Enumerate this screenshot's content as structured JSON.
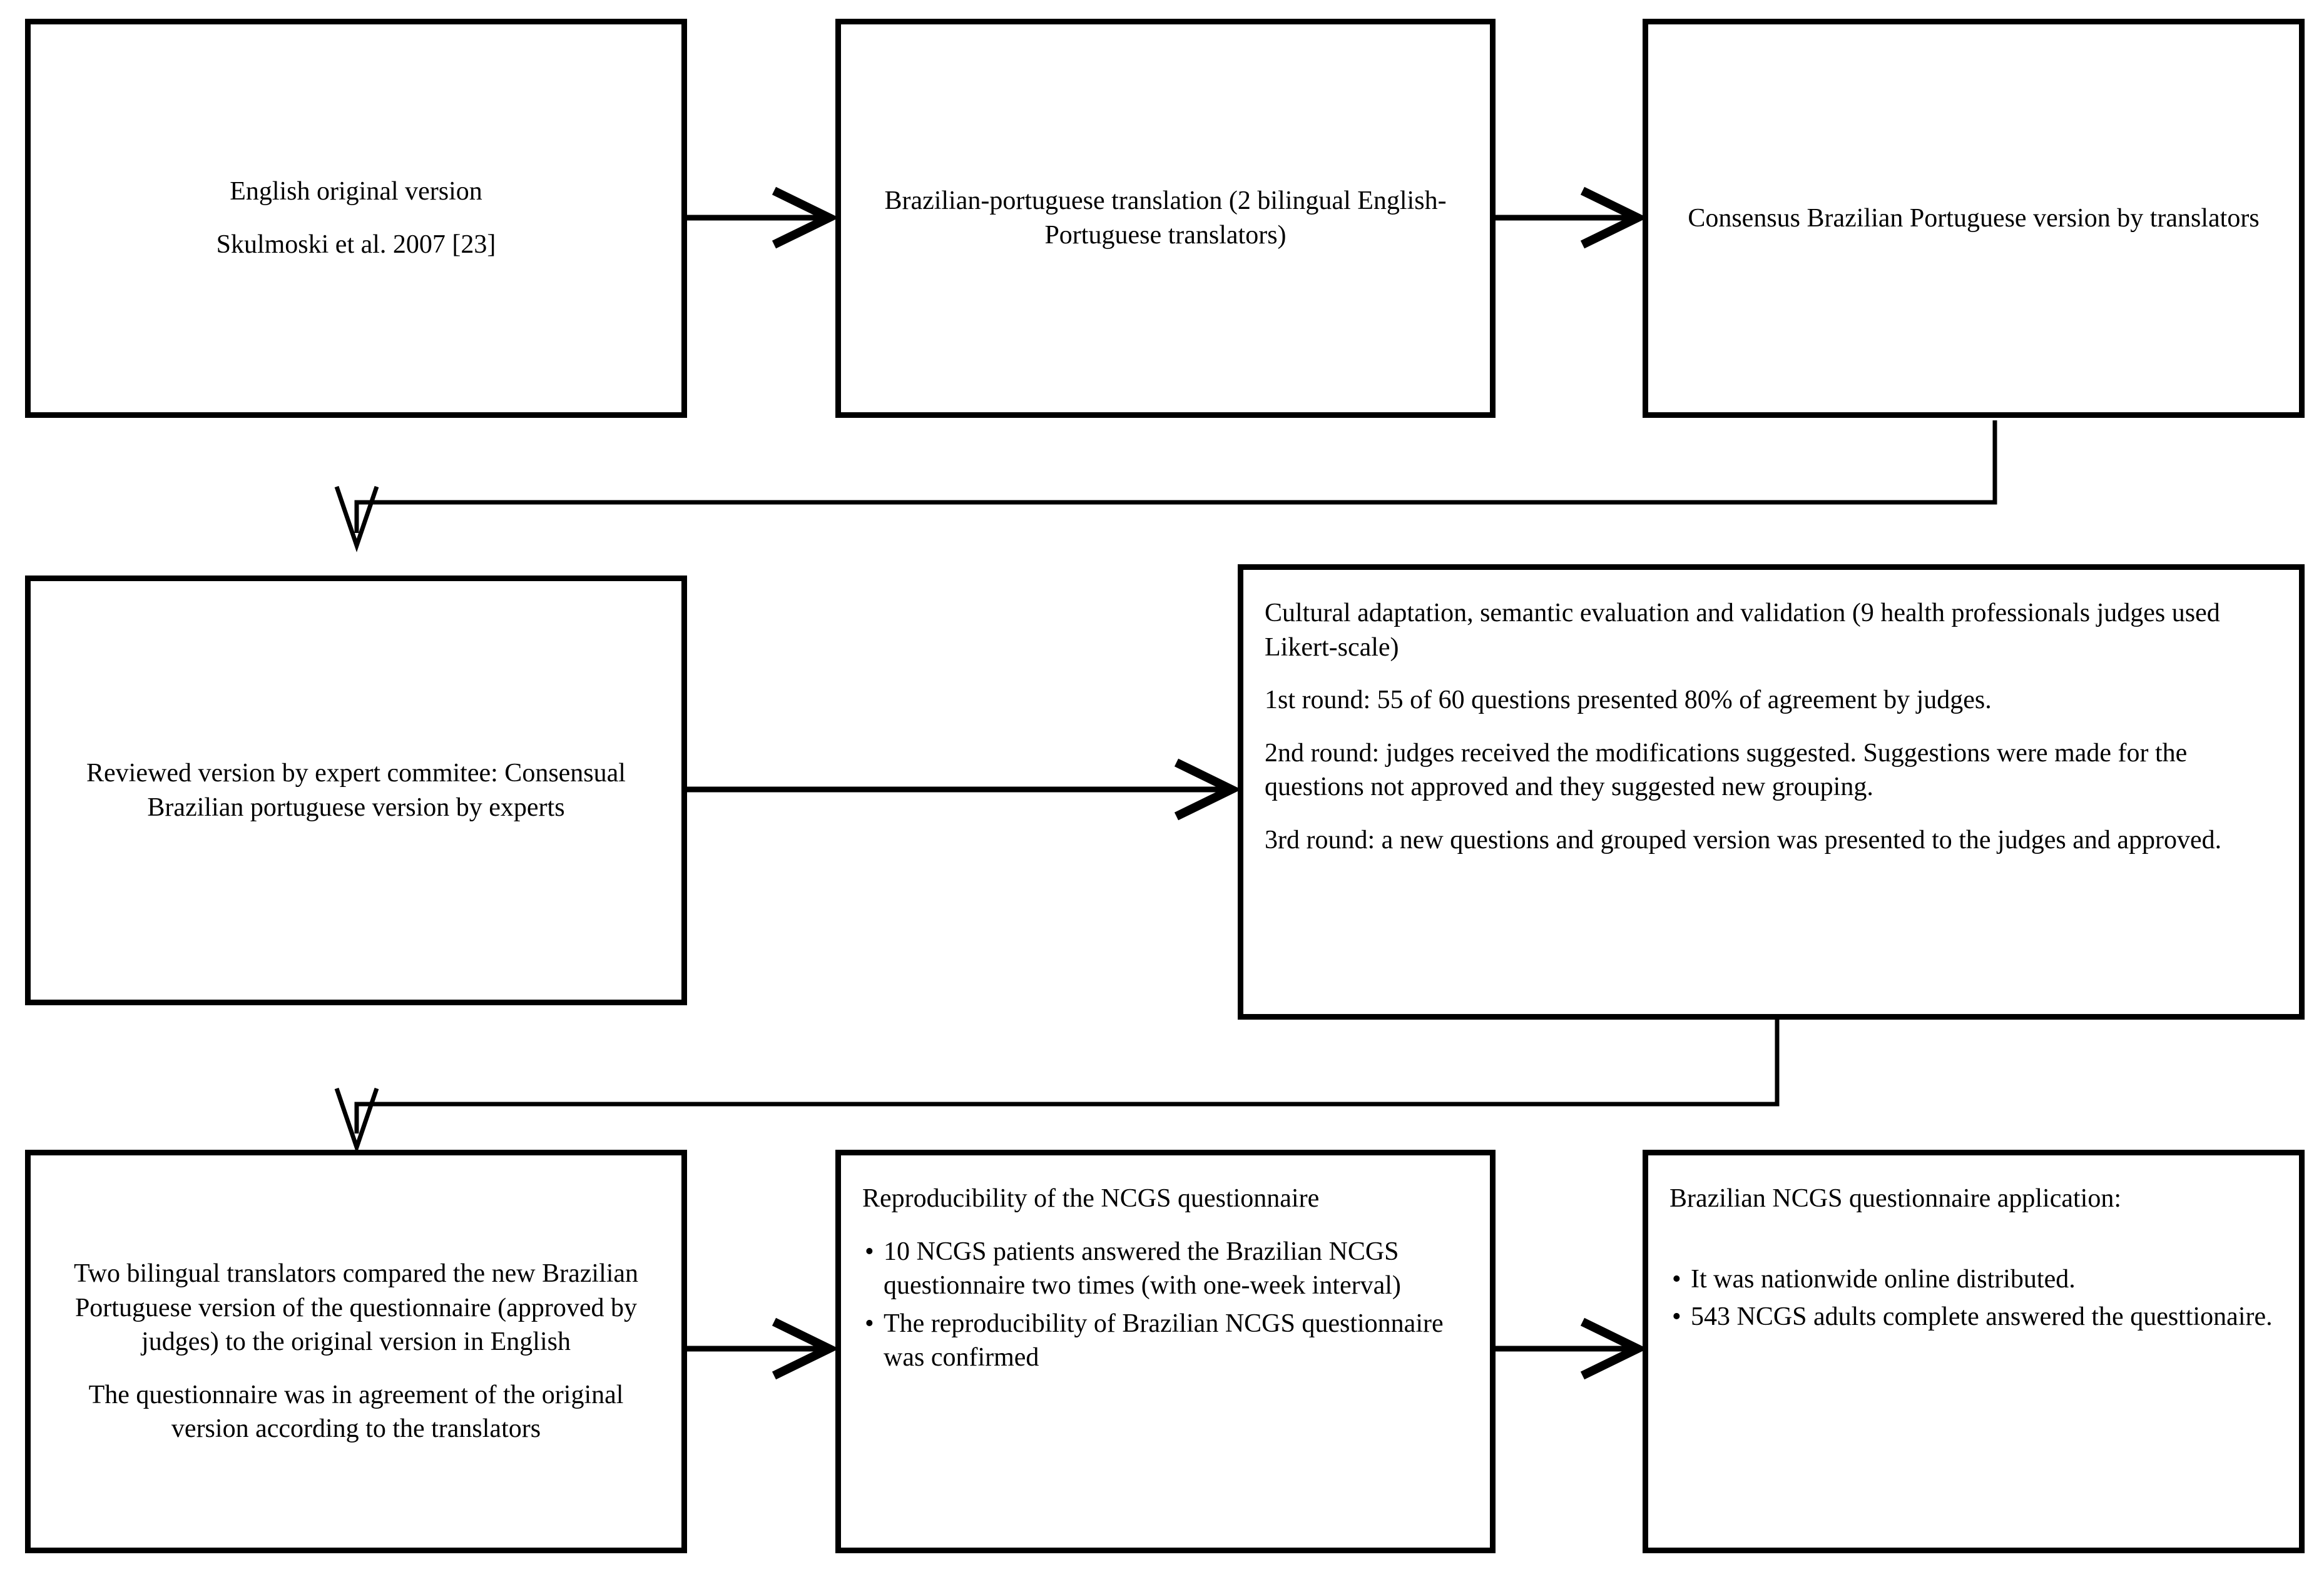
{
  "diagram": {
    "title": "Flowchart of the cross-cultural adaptation and validation of the Brazilian NCGS questionnaire",
    "type": "flowchart",
    "colors": {
      "stroke": "#000000",
      "fill": "#ffffff",
      "text": "#000000"
    },
    "nodes": [
      {
        "id": "n1",
        "name": "english-original-version",
        "align": "center",
        "lines": [
          "English original version",
          "Skulmoski  et al. 2007 [23]"
        ]
      },
      {
        "id": "n2",
        "name": "brazilian-portuguese-translation",
        "align": "center",
        "lines": [
          "Brazilian-portuguese translation (2 bilingual English-Portuguese translators)"
        ]
      },
      {
        "id": "n3",
        "name": "consensus-brazilian-portuguese-version",
        "align": "center",
        "lines": [
          "Consensus Brazilian Portuguese version by translators"
        ]
      },
      {
        "id": "n4",
        "name": "reviewed-version-expert-committee",
        "align": "center",
        "lines": [
          "Reviewed version by expert commitee: Consensual Brazilian portuguese version by experts"
        ]
      },
      {
        "id": "n5",
        "name": "cultural-adaptation-semantic-evaluation",
        "align": "left",
        "lines": [
          "Cultural adaptation, semantic evaluation and validation (9 health professionals judges used Likert-scale)",
          "1st round: 55 of  60 questions presented 80% of agreement by judges.",
          "2nd round: judges received the modifications suggested. Suggestions were made for the questions not approved and they suggested new grouping.",
          "3rd round: a new questions and grouped version was presented to the judges and approved."
        ]
      },
      {
        "id": "n6",
        "name": "back-translation-comparison",
        "align": "center",
        "lines": [
          "Two bilingual translators compared the new Brazilian Portuguese version of the questionnaire (approved by judges) to the original version in English",
          "The questionnaire was in agreement of the original version according to the translators"
        ]
      },
      {
        "id": "n7",
        "name": "reproducibility-ncgs-questionnaire",
        "align": "left",
        "heading": "Reproducibility of the NCGS questionnaire",
        "bullets": [
          "10 NCGS patients answered the Brazilian NCGS questionnaire two times (with one-week interval)",
          "The reproducibility of Brazilian NCGS questionnaire was confirmed"
        ]
      },
      {
        "id": "n8",
        "name": "brazilian-ncgs-questionnaire-application",
        "align": "left",
        "heading": "Brazilian NCGS questionnaire application:",
        "bullets": [
          "It was nationwide online distributed.",
          "543 NCGS adults complete answered the questtionaire."
        ]
      }
    ],
    "edges": [
      {
        "name": "edge-n1-to-n2",
        "from": "n1",
        "to": "n2",
        "style": "straight-right",
        "arrowhead": "open-v"
      },
      {
        "name": "edge-n2-to-n3",
        "from": "n2",
        "to": "n3",
        "style": "straight-right",
        "arrowhead": "open-v"
      },
      {
        "name": "edge-n3-to-n4",
        "from": "n3",
        "to": "n4",
        "style": "elbow-down-left-down",
        "arrowhead": "open-v"
      },
      {
        "name": "edge-n4-to-n5",
        "from": "n4",
        "to": "n5",
        "style": "straight-right",
        "arrowhead": "open-v"
      },
      {
        "name": "edge-n5-to-n6",
        "from": "n5",
        "to": "n6",
        "style": "elbow-down-left-down",
        "arrowhead": "open-v"
      },
      {
        "name": "edge-n6-to-n7",
        "from": "n6",
        "to": "n7",
        "style": "straight-right",
        "arrowhead": "open-v"
      },
      {
        "name": "edge-n7-to-n8",
        "from": "n7",
        "to": "n8",
        "style": "straight-right",
        "arrowhead": "open-v"
      }
    ]
  }
}
